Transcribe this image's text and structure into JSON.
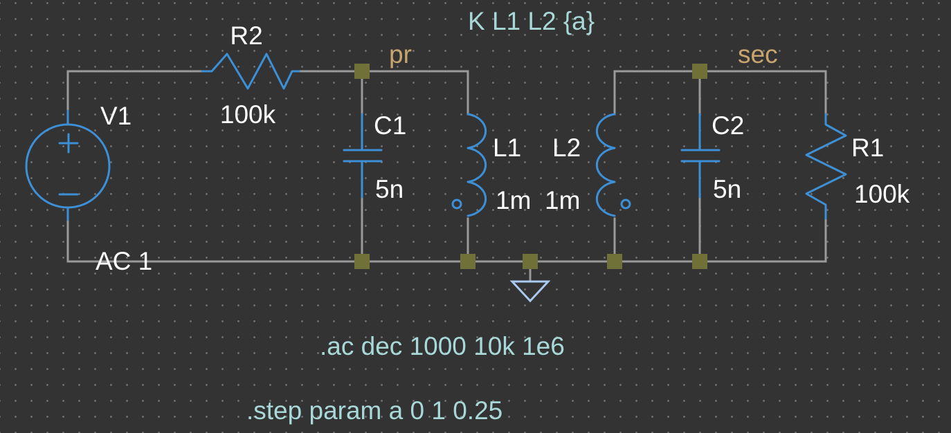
{
  "schematic": {
    "directives": {
      "coupling": "K L1 L2 {a}",
      "ac": ".ac dec 1000 10k 1e6",
      "step": ".step param a 0 1 0.25"
    },
    "nets": {
      "primary": "pr",
      "secondary": "sec"
    },
    "components": {
      "v1": {
        "name": "V1",
        "value": "AC 1"
      },
      "r2": {
        "name": "R2",
        "value": "100k"
      },
      "c1": {
        "name": "C1",
        "value": "5n"
      },
      "l1": {
        "name": "L1",
        "value": "1m"
      },
      "l2": {
        "name": "L2",
        "value": "1m"
      },
      "c2": {
        "name": "C2",
        "value": "5n"
      },
      "r1": {
        "name": "R1",
        "value": "100k"
      }
    }
  },
  "colors": {
    "background": "#333333",
    "wire": "#9a9a9a",
    "component": "#3d8fd6",
    "node": "#6f7138",
    "net_label": "#c8a46e",
    "directive": "#a8d8d8",
    "ground": "#a9c9f0"
  }
}
